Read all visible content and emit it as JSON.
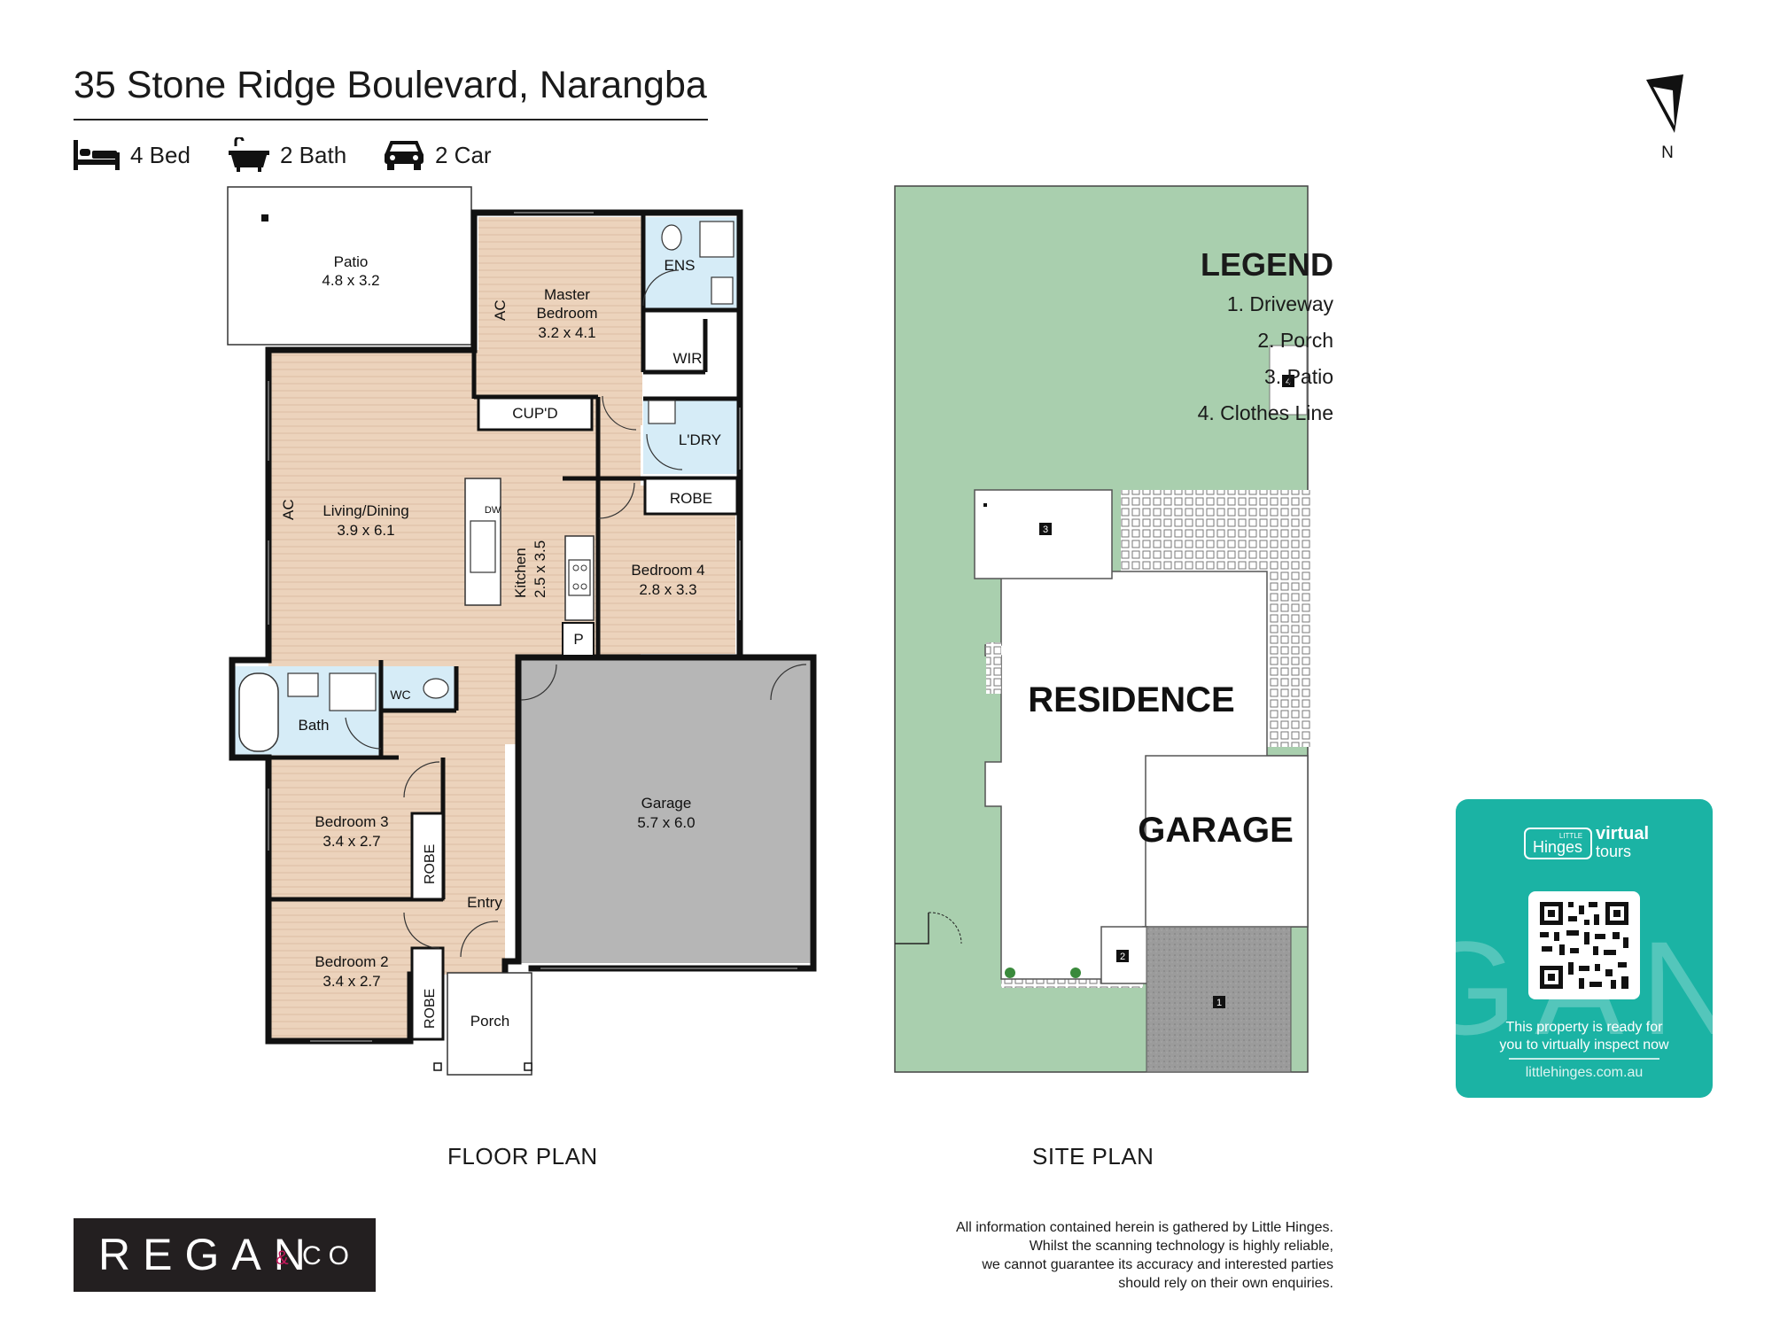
{
  "header": {
    "title": "35 Stone Ridge Boulevard, Narangba",
    "features": [
      {
        "icon": "bed-icon",
        "label": "4 Bed"
      },
      {
        "icon": "bath-icon",
        "label": "2 Bath"
      },
      {
        "icon": "car-icon",
        "label": "2 Car"
      }
    ]
  },
  "compass": {
    "label": "N"
  },
  "floor_plan": {
    "caption": "FLOOR PLAN",
    "rooms": {
      "patio": {
        "name": "Patio",
        "dims": "4.8 x 3.2"
      },
      "master": {
        "name1": "Master",
        "name2": "Bedroom",
        "dims": "3.2 x 4.1"
      },
      "ens": "ENS",
      "wir": "WIR",
      "cupd": "CUP'D",
      "ldry": "L'DRY",
      "robe_top": "ROBE",
      "living": {
        "name": "Living/Dining",
        "dims": "3.9 x 6.1"
      },
      "kitchen": {
        "name": "Kitchen",
        "dims": "2.5 x 3.5"
      },
      "dw": "DW",
      "bed4": {
        "name": "Bedroom 4",
        "dims": "2.8 x 3.3"
      },
      "pantry": "P",
      "bath": "Bath",
      "wc": "WC",
      "garage": {
        "name": "Garage",
        "dims": "5.7 x 6.0"
      },
      "bed3": {
        "name": "Bedroom 3",
        "dims": "3.4 x 2.7"
      },
      "robe3": "ROBE",
      "entry": "Entry",
      "bed2": {
        "name": "Bedroom 2",
        "dims": "3.4 x 2.7"
      },
      "robe2": "ROBE",
      "porch": "Porch",
      "ac": "AC"
    }
  },
  "site_plan": {
    "caption": "SITE PLAN",
    "residence": "RESIDENCE",
    "garage": "GARAGE",
    "markers": [
      "1",
      "2",
      "3",
      "4"
    ]
  },
  "legend": {
    "title": "LEGEND",
    "items": [
      "1. Driveway",
      "2. Porch",
      "3. Patio",
      "4. Clothes Line"
    ]
  },
  "virtual_tour": {
    "brand_small": "LITTLE",
    "brand": "Hinges",
    "product1": "virtual",
    "product2": "tours",
    "line1": "This property is ready for",
    "line2": "you to virtually inspect now",
    "url": "littlehinges.com.au",
    "watermark": "GAN"
  },
  "agency": {
    "name": "REGAN",
    "suffix1": "&",
    "suffix2": "CO"
  },
  "disclaimer": [
    "All information contained herein is gathered by Little Hinges.",
    "Whilst the scanning technology is highly reliable,",
    "we cannot guarantee its accuracy and interested parties",
    "should rely on their own enquiries."
  ],
  "colors": {
    "wood": "#ecd3bc",
    "wet": "#d6ecf7",
    "garage": "#b6b6b6",
    "lawn": "#a9cfae",
    "driveway": "#9b9b9b",
    "teal": "#1bb3a4",
    "logo_bg": "#231f20",
    "accent": "#c2185b"
  }
}
